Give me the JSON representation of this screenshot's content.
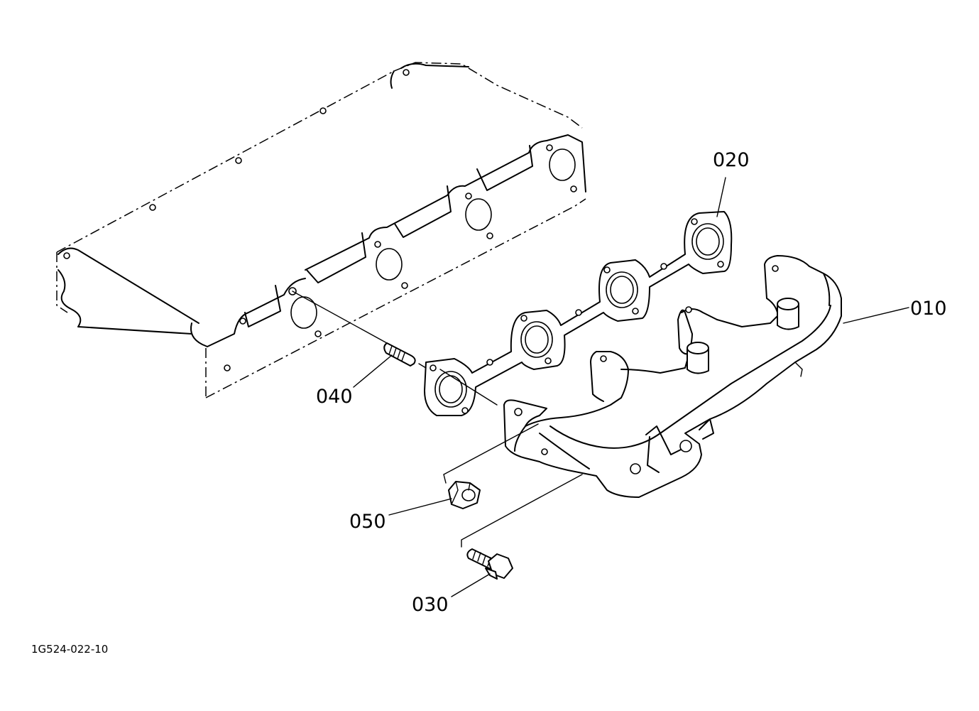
{
  "diagram": {
    "figure_id": "1G524-022-10",
    "parts": [
      {
        "key": "p010",
        "label": "010"
      },
      {
        "key": "p020",
        "label": "020"
      },
      {
        "key": "p030",
        "label": "030"
      },
      {
        "key": "p040",
        "label": "040"
      },
      {
        "key": "p050",
        "label": "050"
      }
    ]
  },
  "colors": {
    "line": "#000000",
    "background": "#ffffff"
  }
}
